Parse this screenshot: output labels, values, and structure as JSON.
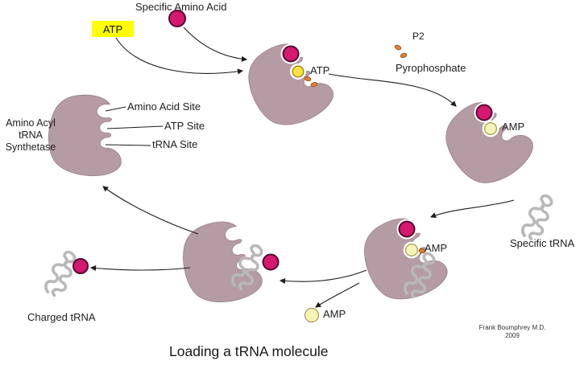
{
  "title": "Loading a tRNA molecule",
  "credit": {
    "name": "Frank Boumphrey M.D.",
    "year": "2009"
  },
  "labels": {
    "specific_amino_acid": "Specific Amino Acid",
    "atp_box": "ATP",
    "synthetase_line1": "Amino Acyl",
    "synthetase_line2": "tRNA",
    "synthetase_line3": "Synthetase",
    "amino_acid_site": "Amino Acid Site",
    "atp_site": "ATP Site",
    "trna_site": "tRNA Site",
    "atp_bound": "ATP",
    "p2": "P2",
    "pyrophosphate": "Pyrophosphate",
    "amp_bound_right": "AMP",
    "specific_trna": "Specific tRNA",
    "amp_bound_bottom": "AMP",
    "amp_released": "AMP",
    "charged_trna": "Charged tRNA"
  },
  "colors": {
    "enzyme": "#b49ba4",
    "amino_acid": "#d4196e",
    "atp_highlight": "#ffff00",
    "atp_ball": "#ffe33c",
    "amp_ball": "#f8f4b6",
    "phosphate": "#e07f35",
    "trna": "#b9b9b9",
    "background": "#ffffff"
  }
}
